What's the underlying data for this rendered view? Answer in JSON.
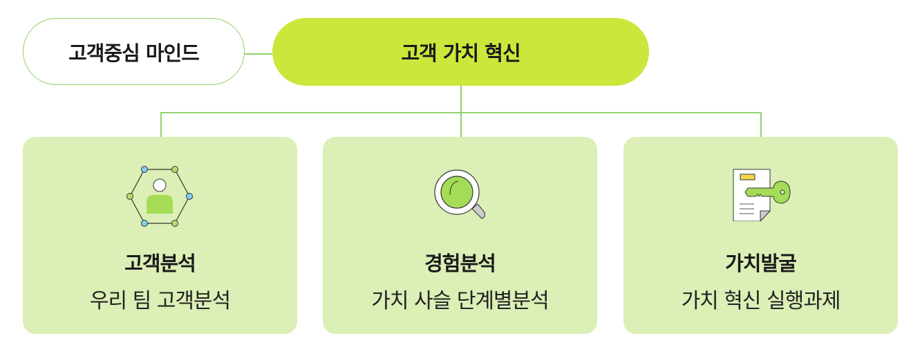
{
  "top": {
    "mindset": "고객중심 마인드",
    "main": "고객 가치 혁신"
  },
  "cards": [
    {
      "title": "고객분석",
      "subtitle": "우리 팀 고객분석",
      "icon": "customer-network-icon"
    },
    {
      "title": "경험분석",
      "subtitle": "가치 사슬 단계별분석",
      "icon": "magnifier-icon"
    },
    {
      "title": "가치발굴",
      "subtitle": "가치 혁신 실행과제",
      "icon": "document-key-icon"
    }
  ],
  "colors": {
    "main": "#cde63c",
    "card": "#dbefb6",
    "line": "#8fd16a"
  }
}
